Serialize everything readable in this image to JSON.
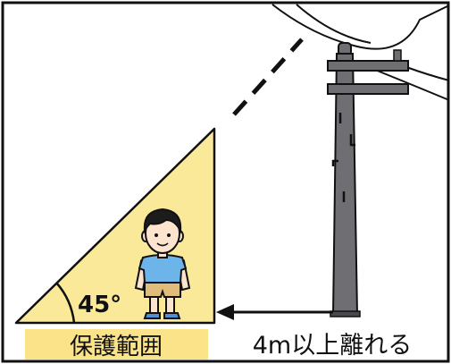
{
  "diagram": {
    "angle_label": "45°",
    "zone_label": "保護範囲",
    "distance_label": "4m以上離れる"
  },
  "colors": {
    "zone_fill": "#fbe99a",
    "zone_label_bg": "#fbe38a",
    "pole": "#6f6f73",
    "pole_dark": "#4a4a4e",
    "outline": "#111111",
    "shirt": "#6db4ea",
    "shorts": "#e1bd7b",
    "skin": "#fde4cf",
    "hair": "#1c1c1c"
  },
  "icons": {
    "pole": "utility-pole-icon",
    "child": "child-figure-icon"
  }
}
